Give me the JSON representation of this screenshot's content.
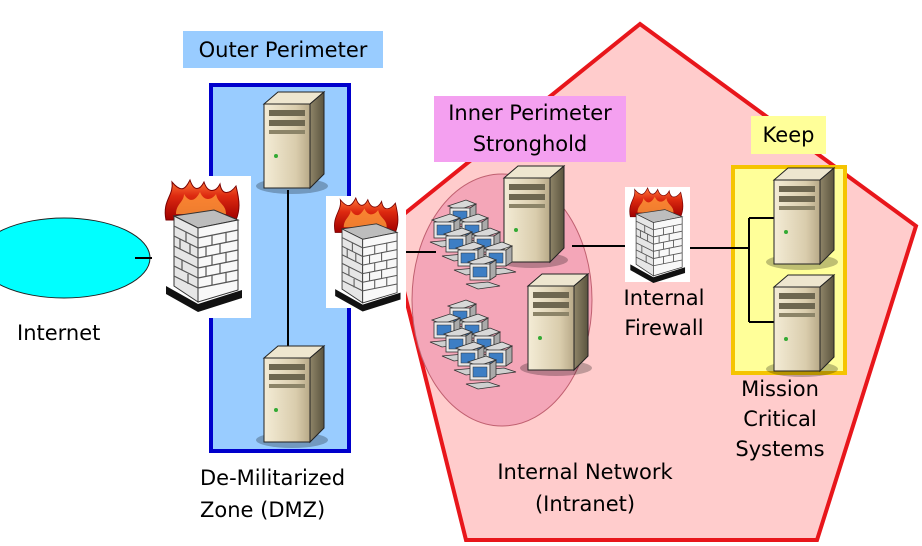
{
  "labels": {
    "outer_perimeter": "Outer Perimeter",
    "inner_perimeter_1": "Inner Perimeter",
    "inner_perimeter_2": "Stronghold",
    "keep": "Keep",
    "internet": "Internet",
    "dmz_1": "De-Militarized",
    "dmz_2": "Zone (DMZ)",
    "internal_firewall_1": "Internal",
    "internal_firewall_2": "Firewall",
    "mission_1": "Mission",
    "mission_2": "Critical",
    "mission_3": "Systems",
    "internal_network_1": "Internal Network",
    "internal_network_2": "(Intranet)"
  },
  "colors": {
    "outer_perimeter_fill": "#99ccff",
    "dmz_border": "#0000cc",
    "pentagon_fill": "#ffcccc",
    "pentagon_border": "#e8161b",
    "inner_ellipse_fill": "#f4a6b8",
    "inner_label_fill": "#f4a0f0",
    "keep_fill": "#ffff99",
    "keep_border": "#f5c400",
    "internet_fill": "#00ffff"
  },
  "icons": [
    "firewall-icon",
    "server-icon",
    "workstation-icon",
    "internet-cloud-icon"
  ]
}
